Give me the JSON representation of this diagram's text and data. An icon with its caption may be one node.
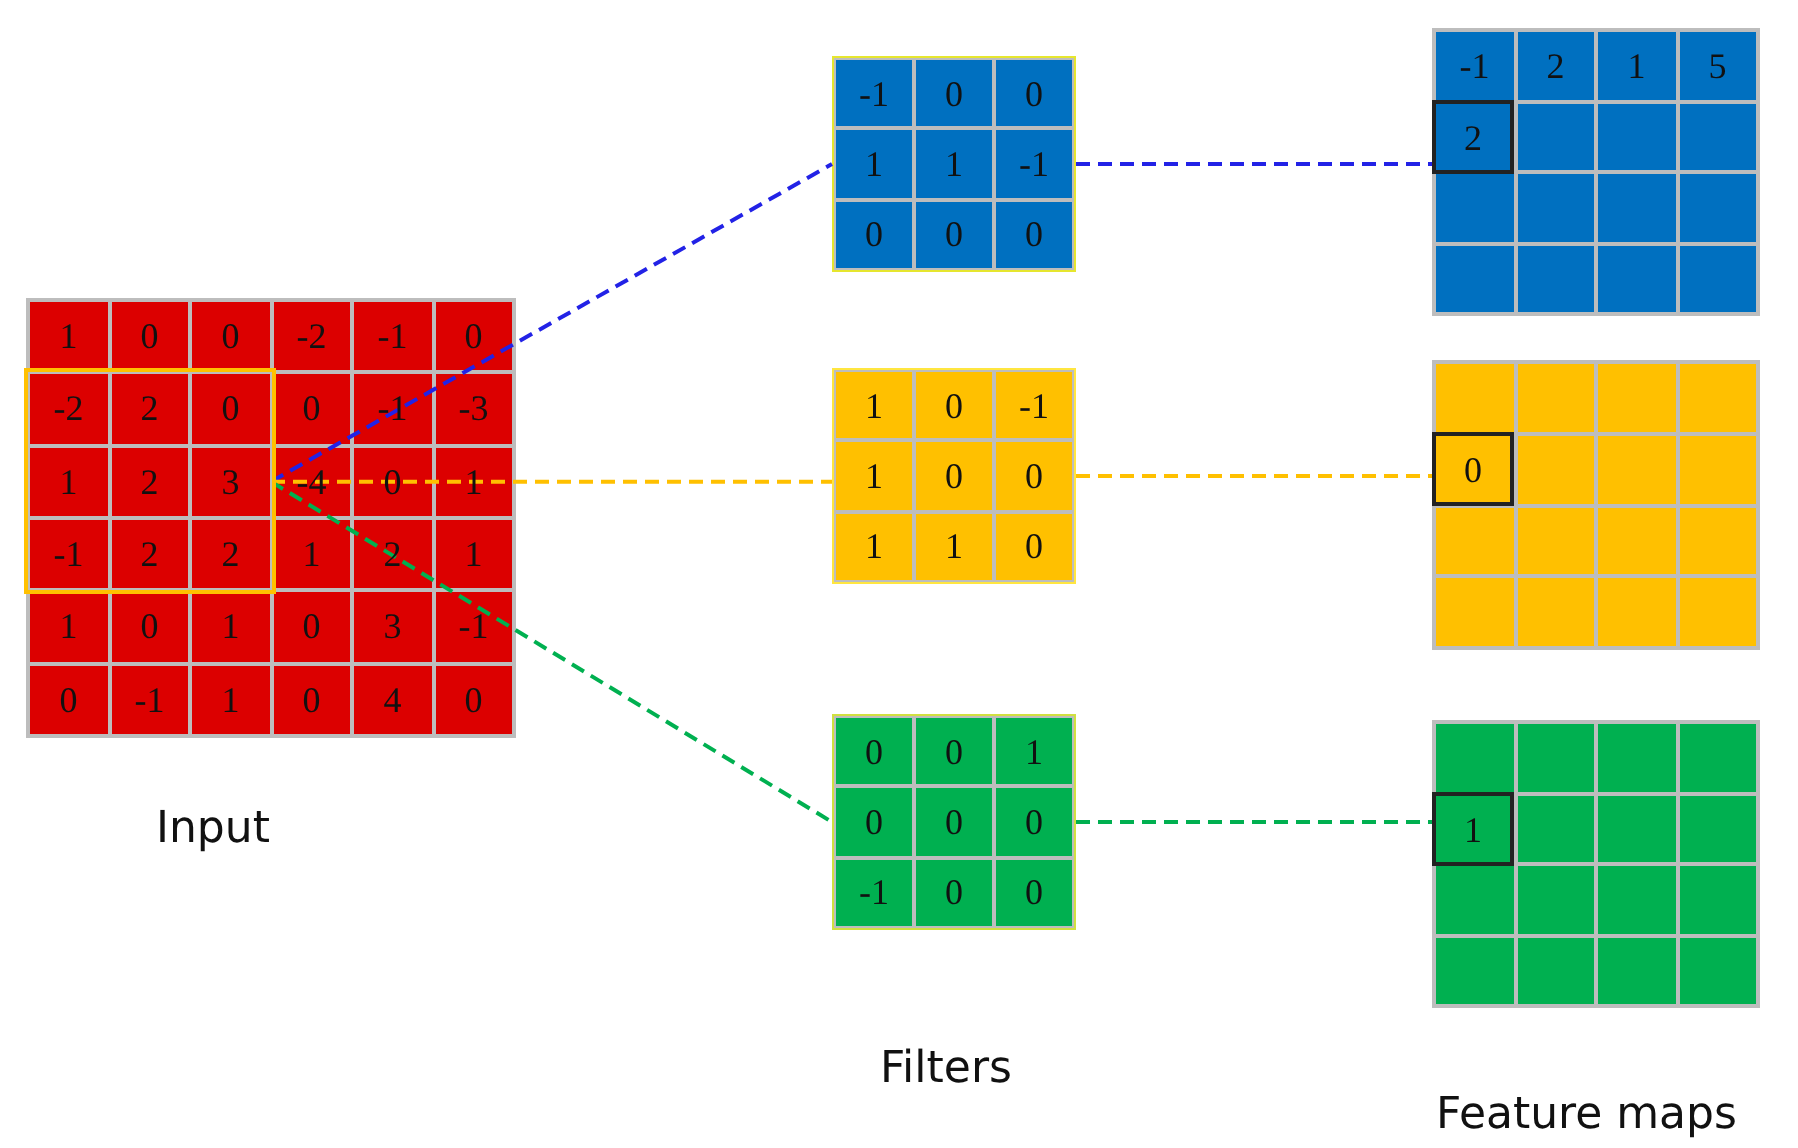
{
  "diagram": {
    "nodes": [
      {
        "text": [
          "1",
          "0",
          "0",
          "-2",
          "-1",
          "0",
          "0",
          "-1",
          "-3",
          "-4",
          "0",
          "1",
          "1",
          "2",
          "1",
          "1",
          "0",
          "1",
          "0",
          "3",
          "-1",
          "0",
          "-1",
          "1",
          "0",
          "4",
          "0"
        ]
      },
      {
        "text": [
          "-2",
          "2",
          "0",
          "1",
          "2",
          "3",
          "-1",
          "2",
          "2"
        ],
        "in": 0
      },
      {
        "text": [
          "-1",
          "0",
          "0",
          "1",
          "1",
          "-1",
          "0",
          "0",
          "0"
        ]
      },
      {
        "text": [
          "1",
          "0",
          "-1",
          "1",
          "0",
          "0",
          "1",
          "1",
          "0"
        ]
      },
      {
        "text": [
          "0",
          "0",
          "1",
          "0",
          "0",
          "0",
          "-1",
          "0",
          "0"
        ]
      },
      {
        "text": [
          "-1",
          "2",
          "1",
          "5"
        ]
      },
      {
        "text": [
          "2"
        ],
        "in": 5
      },
      {
        "text": [],
        "shape": "box"
      },
      {
        "text": [
          "0"
        ],
        "in": 7
      },
      {
        "text": [],
        "shape": "box"
      },
      {
        "text": [
          "1"
        ],
        "in": 9
      }
    ],
    "edges": [
      {
        "from": 1,
        "to": 2,
        "arrow": "none",
        "style": "dashed",
        "color": "#2222e6"
      },
      {
        "from": 1,
        "to": 3,
        "arrow": "none",
        "style": "dashed",
        "color": "#ffc000"
      },
      {
        "from": 1,
        "to": 4,
        "arrow": "none",
        "style": "dashed",
        "color": "#00b050"
      },
      {
        "from": 2,
        "to": 6,
        "arrow": "none",
        "style": "dashed",
        "color": "#2222e6"
      },
      {
        "from": 3,
        "to": 8,
        "arrow": "none",
        "style": "dashed",
        "color": "#ffc000"
      },
      {
        "from": 4,
        "to": 10,
        "arrow": "none",
        "style": "dashed",
        "color": "#00b050"
      }
    ],
    "labels": [
      "Input",
      "Filters",
      "Feature maps"
    ]
  }
}
